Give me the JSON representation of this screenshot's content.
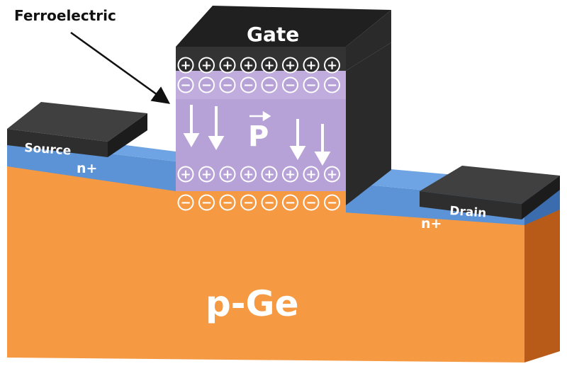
{
  "labels": {
    "ferroelectric": "Ferroelectric",
    "gate": "Gate",
    "source": "Source",
    "drain": "Drain",
    "n_plus_left": "n+",
    "n_plus_right": "n+",
    "polarization": "P",
    "substrate": "p-Ge"
  },
  "charges": {
    "plus_symbol": "+",
    "minus_symbol": "−",
    "gate_plus_count": 8,
    "ferro_top_minus_count": 8,
    "ferro_bottom_plus_count": 8,
    "channel_minus_count": 8
  },
  "colors": {
    "substrate_front": "#f59a43",
    "substrate_right": "#bf5f1c",
    "n_layer": "#5b93d6",
    "n_layer_dark": "#3a6cae",
    "gate_front": "#333333",
    "gate_top": "#1e1e1e",
    "gate_right": "#2a2a2a",
    "ferro": "#b7a2d8",
    "contact": "#3a3a3a"
  }
}
